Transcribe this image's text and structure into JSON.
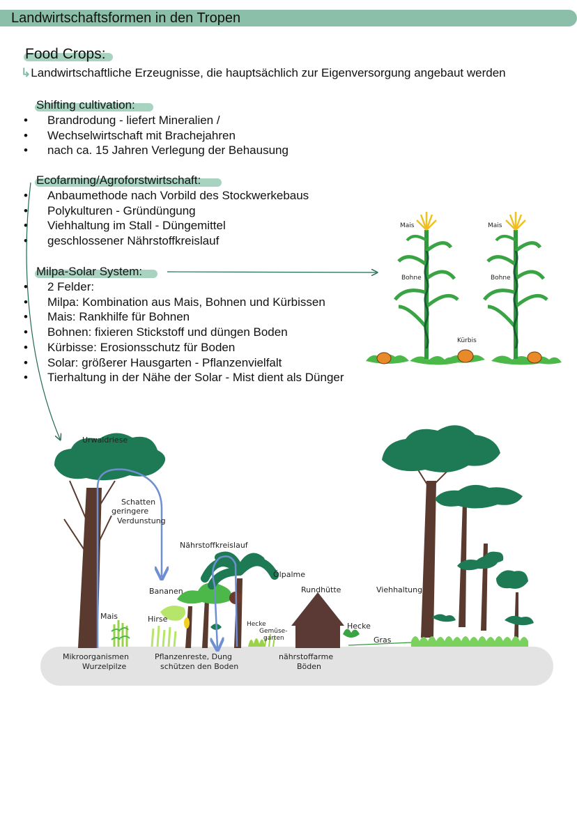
{
  "title": "Landwirtschaftsformen in den Tropen",
  "food_crops": {
    "heading": "Food Crops:",
    "subtitle": "Landwirtschaftliche Erzeugnisse, die hauptsächlich zur Eigenversorgung angebaut werden"
  },
  "shifting": {
    "heading": "Shifting cultivation:",
    "items": [
      "Brandrodung - liefert Mineralien /",
      "Wechselwirtschaft mit Brachejahren",
      "nach ca. 15 Jahren Verlegung der Behausung"
    ]
  },
  "ecofarming": {
    "heading": "Ecofarming/Agroforstwirtschaft:",
    "items": [
      "Anbaumethode nach Vorbild des Stockwerkebaus",
      "Polykulturen - Gründüngung",
      "Viehhaltung im Stall - Düngemittel",
      "geschlossener Nährstoffkreislauf"
    ]
  },
  "milpa": {
    "heading": "Milpa-Solar System:",
    "items": [
      "2 Felder:",
      "Milpa: Kombination aus Mais, Bohnen und Kürbissen",
      "Mais: Rankhilfe für Bohnen",
      "Bohnen: fixieren Stickstoff und düngen Boden",
      "Kürbisse: Erosionsschutz für Boden",
      "Solar: größerer Hausgarten - Pflanzenvielfalt",
      "Tierhaltung in der Nähe der Solar - Mist dient als Dünger"
    ]
  },
  "milpa_drawing": {
    "labels": {
      "mais": "Mais",
      "bohne": "Bohne",
      "kurbis": "Kürbis"
    }
  },
  "agroforest_drawing": {
    "labels": {
      "urwaldriese": "Urwaldriese",
      "schatten": [
        "Schatten",
        "geringere",
        "Verdunstung"
      ],
      "naehrstoffkreislauf": "Nährstoffkreislauf",
      "oelpalme": "Ölpalme",
      "bananen": "Bananen",
      "rundhuette": "Rundhütte",
      "viehhaltung": "Viehhaltung",
      "mais": "Mais",
      "hirse": "Hirse",
      "hecke_gemuese": [
        "Hecke",
        "Gemüse-",
        "garten"
      ],
      "hecke": "Hecke",
      "gras": "Gras",
      "mikroorganismen": [
        "Mikroorganismen",
        "Wurzelpilze"
      ],
      "pflanzenreste": [
        "Pflanzenreste, Dung",
        "schützen den Boden"
      ],
      "naehrstoffarme": [
        "nährstoffarme",
        "Böden"
      ]
    }
  },
  "colors": {
    "accent": "#8bbfa9",
    "tree_green": "#1e7a55",
    "leaf_green": "#3aa343",
    "pumpkin": "#e88a2a",
    "hut": "#5b3a35",
    "ground": "#e3e3e3",
    "arrow_blue": "#6f8fd1",
    "trunk": "#5a3a2e"
  }
}
